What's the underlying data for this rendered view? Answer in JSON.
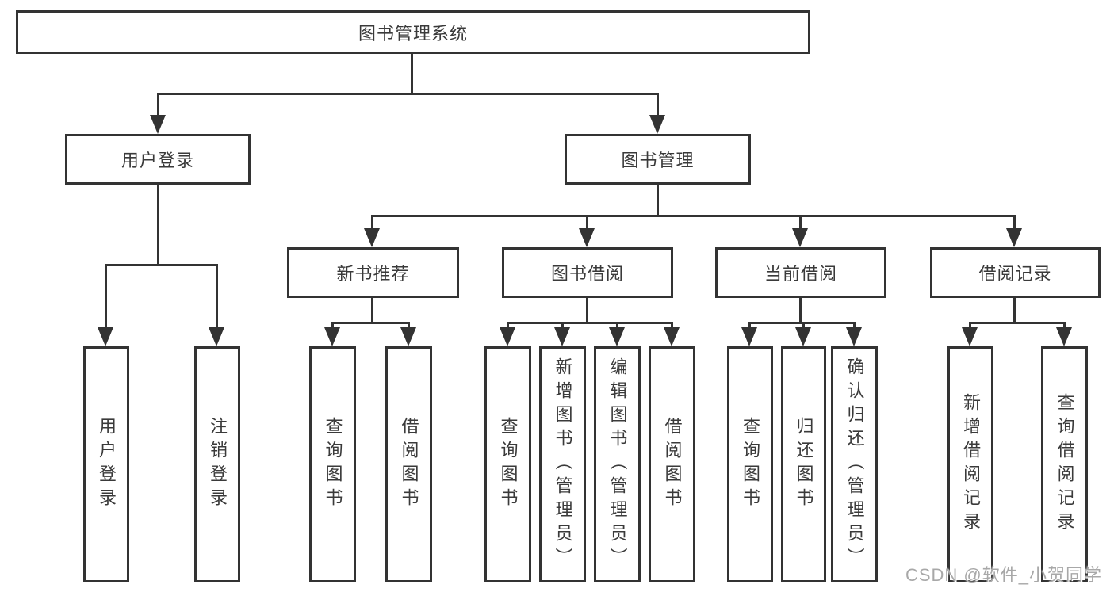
{
  "tree": {
    "root": {
      "label": "图书管理系统",
      "children": [
        {
          "label": "用户登录",
          "children": [
            {
              "label": "用户登录"
            },
            {
              "label": "注销登录"
            }
          ]
        },
        {
          "label": "图书管理",
          "children": [
            {
              "label": "新书推荐",
              "children": [
                {
                  "label": "查询图书"
                },
                {
                  "label": "借阅图书"
                }
              ]
            },
            {
              "label": "图书借阅",
              "children": [
                {
                  "label": "查询图书"
                },
                {
                  "label": "新增图书（管理员）"
                },
                {
                  "label": "编辑图书（管理员）"
                },
                {
                  "label": "借阅图书"
                }
              ]
            },
            {
              "label": "当前借阅",
              "children": [
                {
                  "label": "查询图书"
                },
                {
                  "label": "归还图书"
                },
                {
                  "label": "确认归还（管理员）"
                }
              ]
            },
            {
              "label": "借阅记录",
              "children": [
                {
                  "label": "新增借阅记录"
                },
                {
                  "label": "查询借阅记录"
                }
              ]
            }
          ]
        }
      ]
    }
  },
  "watermark": "CSDN @软件_小贺同学",
  "colors": {
    "line": "#333333",
    "box_border": "#333333",
    "text": "#3a3a3a",
    "watermark": "#a8a8a8",
    "background": "#ffffff"
  }
}
